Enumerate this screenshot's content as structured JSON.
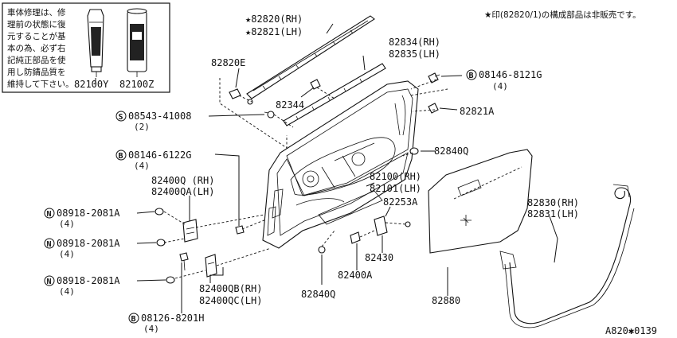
{
  "note_box": {
    "lines": [
      "車体修理は、修",
      "理前の状態に復",
      "元することが基",
      "本の為、必ず右",
      "記純正部品を使",
      "用し防錆品質を",
      "維持して下さい。"
    ],
    "product_a": "82100Y",
    "product_b": "82100Z"
  },
  "top_note": "★印(82820/1)の構成部品は非販売です。",
  "labels": {
    "p82820": "★82820(RH)",
    "p82821": "★82821(LH)",
    "p82834": "82834(RH)",
    "p82835": "82835(LH)",
    "p82820E": "82820E",
    "p82344": "82344",
    "p08146a": "08146-8121G",
    "p08146a_qty": "(4)",
    "p82821A": "82821A",
    "p08543": "08543-41008",
    "p08543_qty": "(2)",
    "p82840Q_a": "82840Q",
    "p08146b": "08146-6122G",
    "p08146b_qty": "(4)",
    "p82100": "82100(RH)",
    "p82101": "82101(LH)",
    "p82400Q": "82400Q (RH)",
    "p82400QA": "82400QA(LH)",
    "p82253A": "82253A",
    "p82830": "82830(RH)",
    "p82831": "82831(LH)",
    "p08918a": "08918-2081A",
    "p08918a_qty": "(4)",
    "p08918b": "08918-2081A",
    "p08918b_qty": "(4)",
    "p08918c": "08918-2081A",
    "p08918c_qty": "(4)",
    "p82430": "82430",
    "p82400A": "82400A",
    "p82400QB": "82400QB(RH)",
    "p82400QC": "82400QC(LH)",
    "p82840Q_b": "82840Q",
    "p82880": "82880",
    "p08126": "08126-8201H",
    "p08126_qty": "(4)"
  },
  "markers": {
    "bolt": "B",
    "screw": "S",
    "nut": "N"
  },
  "code": "A820✱0139"
}
